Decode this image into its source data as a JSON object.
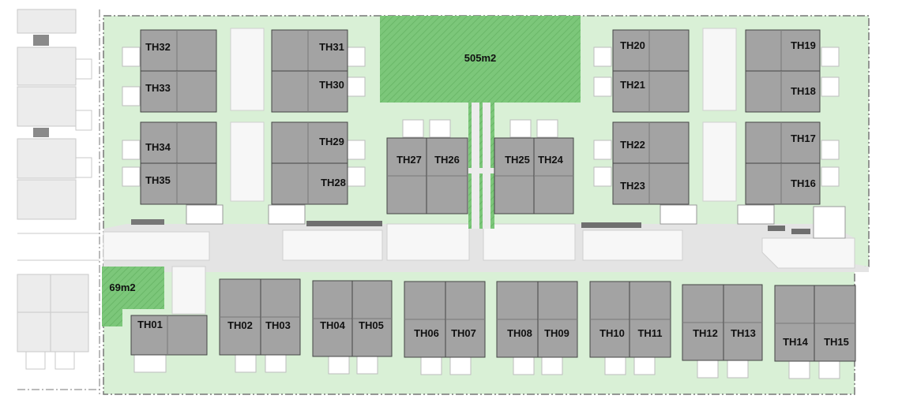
{
  "site_plan": {
    "colors": {
      "lawn": "#d9f0d6",
      "open_space": "#7cc77a",
      "open_space_hatch": "#6ab768",
      "building": "#a3a3a3",
      "building_stroke": "#444444",
      "paving": "#f7f7f7",
      "driveway": "#e4e4e4",
      "neighbour": "#ececec",
      "boundary": "#777777"
    },
    "open_spaces": [
      {
        "id": "central",
        "label": "505m2"
      },
      {
        "id": "corner",
        "label": "69m2"
      }
    ],
    "units": {
      "TH01": "TH01",
      "TH02": "TH02",
      "TH03": "TH03",
      "TH04": "TH04",
      "TH05": "TH05",
      "TH06": "TH06",
      "TH07": "TH07",
      "TH08": "TH08",
      "TH09": "TH09",
      "TH10": "TH10",
      "TH11": "TH11",
      "TH12": "TH12",
      "TH13": "TH13",
      "TH14": "TH14",
      "TH15": "TH15",
      "TH16": "TH16",
      "TH17": "TH17",
      "TH18": "TH18",
      "TH19": "TH19",
      "TH20": "TH20",
      "TH21": "TH21",
      "TH22": "TH22",
      "TH23": "TH23",
      "TH24": "TH24",
      "TH25": "TH25",
      "TH26": "TH26",
      "TH27": "TH27",
      "TH28": "TH28",
      "TH29": "TH29",
      "TH30": "TH30",
      "TH31": "TH31",
      "TH32": "TH32",
      "TH33": "TH33",
      "TH34": "TH34",
      "TH35": "TH35"
    }
  }
}
